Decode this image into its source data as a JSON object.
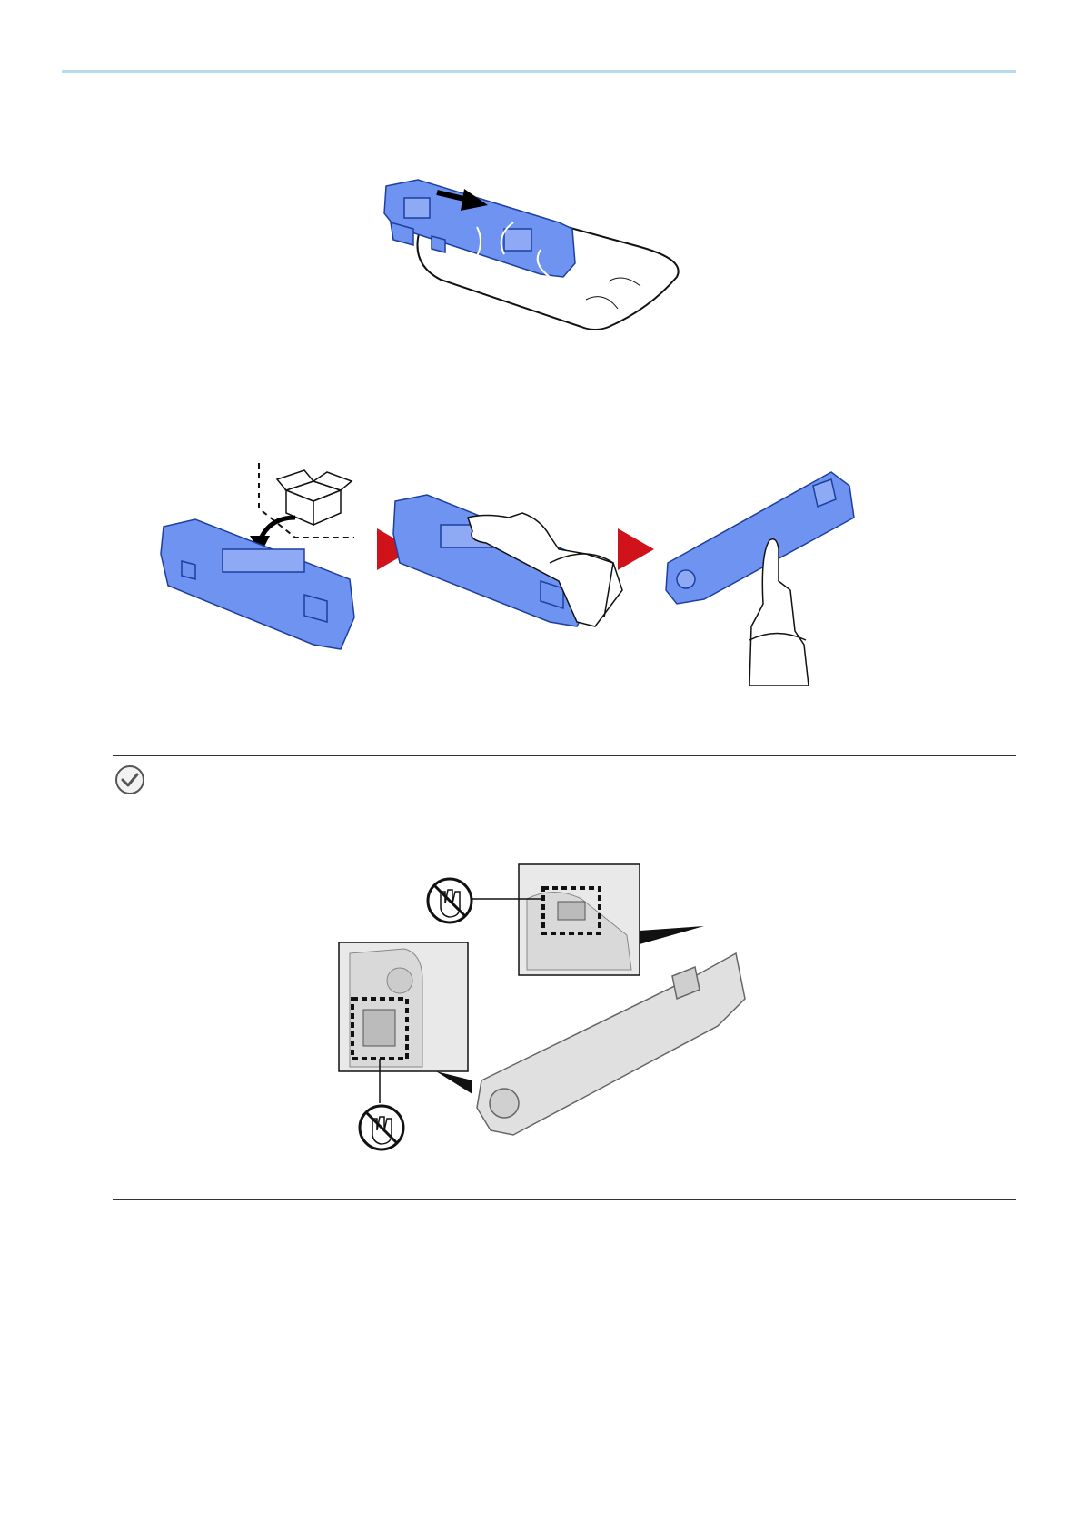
{
  "page": {
    "accent_color": "#b5dbee",
    "toner_color": "#6f93f0",
    "arrow_color": "#d0121b",
    "rule_color": "#333333"
  },
  "figures": {
    "unpack": {
      "icon": "toner-in-bag-illustration"
    },
    "shake_sequence": {
      "steps": [
        {
          "icon": "toner-unboxed-illustration"
        },
        {
          "icon": "toner-shake-horizontal-illustration"
        },
        {
          "icon": "toner-shake-vertical-illustration"
        }
      ],
      "separator_icon": "red-triangle-arrow-icon"
    },
    "check_note": {
      "icon": "check-circle-icon",
      "warning_icon": "do-not-touch-hand-icon"
    }
  }
}
